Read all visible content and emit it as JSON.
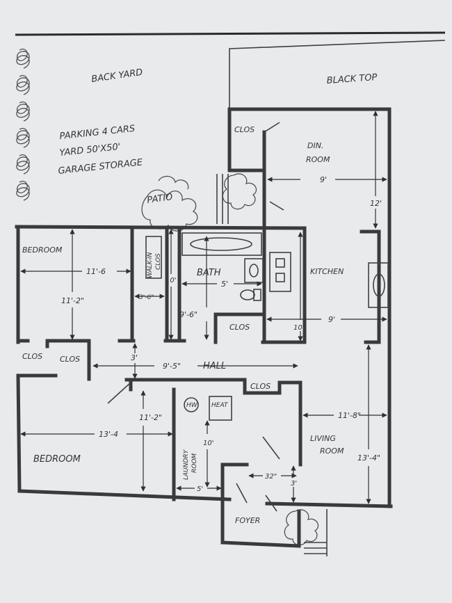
{
  "colors": {
    "paper": "#e9eaec",
    "ink": "#3a3a3c"
  },
  "labels": {
    "back_yard": "BACK YARD",
    "black_top": "BLACK TOP",
    "note_1": "PARKING 4 CARS",
    "note_2": "YARD 50'X50'",
    "note_3": "GARAGE STORAGE",
    "patio": "PATIO",
    "closet_top": "CLOS",
    "dining_1": "DIN.",
    "dining_2": "ROOM",
    "bedroom_top": "BEDROOM",
    "walkin_1": "WALK-IN",
    "walkin_2": "CLOS",
    "bath": "BATH",
    "kitchen": "KITCHEN",
    "closet_left_1": "CLOS",
    "closet_left_2": "CLOS",
    "closet_bath": "CLOS",
    "hall": "HALL",
    "closet_hall": "CLOS",
    "hw": "HW",
    "heat": "HEAT",
    "laundry_1": "LAUNDRY",
    "laundry_2": "ROOM",
    "bedroom_bottom": "BEDROOM",
    "living_1": "LIVING",
    "living_2": "ROOM",
    "foyer": "FOYER"
  },
  "dimensions": {
    "din_width": "9'",
    "din_length": "12'",
    "bed_top_width": "11'-6",
    "bed_top_length": "11'-2\"",
    "walkin_width": "3'-6\"",
    "walkin_length": "10'",
    "bath_width": "5'",
    "bath_length": "9'-6\"",
    "kitchen_width": "9'",
    "kitchen_length": "10'",
    "hall_width": "3'",
    "hall_length": "9'-5\"",
    "bed_bottom_width": "13'-4",
    "bed_bottom_length": "11'-2\"",
    "laundry_width": "5'",
    "laundry_length": "10'",
    "living_width": "11'-8\"",
    "living_length": "13'-4\"",
    "foyer_door": "32\"",
    "foyer_depth": "3'"
  }
}
